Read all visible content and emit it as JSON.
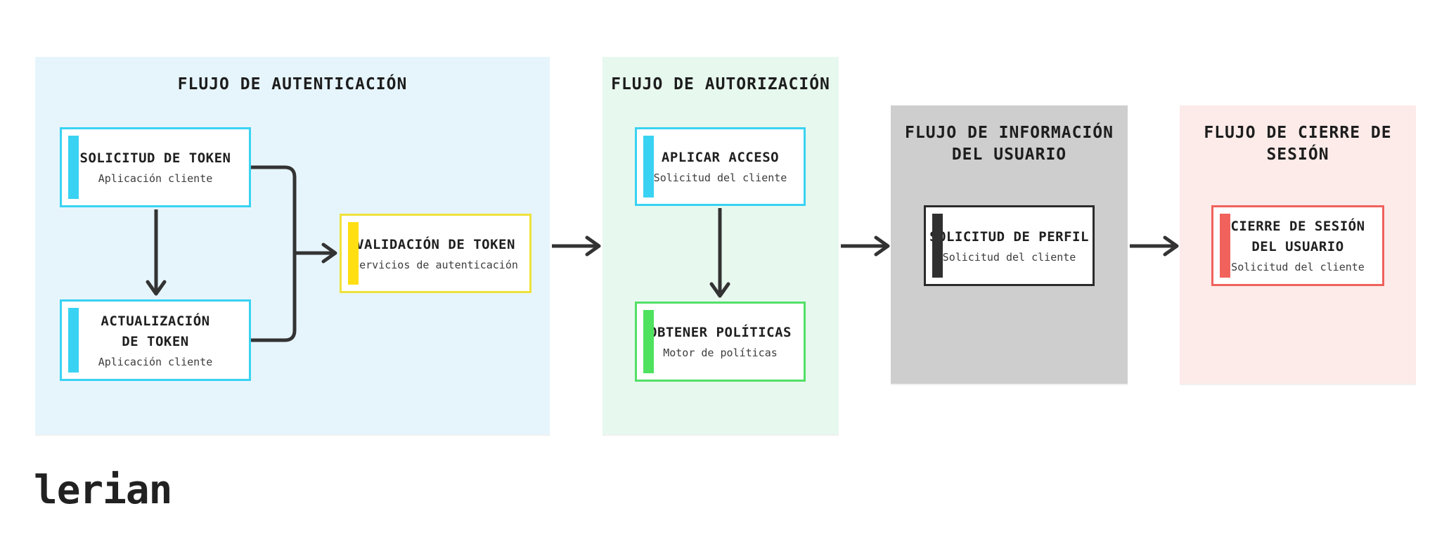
{
  "logo": {
    "text": "lerian"
  },
  "colors": {
    "canvas_bg": "#ffffff",
    "arrow": "#333333",
    "heading_text": "#1f1f1f",
    "subtitle_text": "#3c3c3c",
    "auth_panel_bg": "#e6f5fc",
    "authz_panel_bg": "#e7f8ee",
    "userinfo_panel_bg": "#cecece",
    "logout_panel_bg": "#fcebe9",
    "cyan_accent": "#39d2f2",
    "yellow_accent": "#ffdf12",
    "yellow_border": "#eee23b",
    "green_accent": "#4ee25f",
    "green_border": "#52e067",
    "dark_accent": "#303030",
    "red_accent": "#f2625c"
  },
  "panels": [
    {
      "id": "authentication",
      "title": "FLUJO DE AUTENTICACIÓN"
    },
    {
      "id": "authorization",
      "title": "FLUJO DE AUTORIZACIÓN"
    },
    {
      "id": "user_info",
      "title": "FLUJO DE INFORMACIÓN\nDEL USUARIO"
    },
    {
      "id": "logout",
      "title": "FLUJO DE CIERRE DE\nSESIÓN"
    }
  ],
  "nodes": {
    "token_request": {
      "title": "SOLICITUD DE TOKEN",
      "subtitle": "Aplicación cliente"
    },
    "token_validation": {
      "title": "VALIDACIÓN DE TOKEN",
      "subtitle": "Servicios de autenticación"
    },
    "token_refresh": {
      "title": "ACTUALIZACIÓN\nDE TOKEN",
      "subtitle": "Aplicación cliente"
    },
    "apply_access": {
      "title": "APLICAR ACCESO",
      "subtitle": "Solicitud del cliente"
    },
    "get_policies": {
      "title": "OBTENER POLÍTICAS",
      "subtitle": "Motor de políticas"
    },
    "profile_request": {
      "title": "SOLICITUD DE PERFIL",
      "subtitle": "Solicitud del cliente"
    },
    "user_logout": {
      "title": "CIERRE DE SESIÓN\nDEL USUARIO",
      "subtitle": "Solicitud del cliente"
    }
  }
}
